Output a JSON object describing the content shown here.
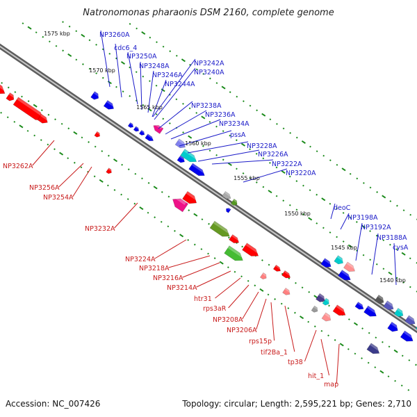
{
  "title": "Natronomonas pharaonis DSM 2160, complete genome",
  "footer": {
    "accession": "Accession: NC_007426",
    "summary": "Topology: circular; Length: 2,595,221 bp; Genes: 2,710"
  },
  "colors": {
    "forward_label": "#1a1ac8",
    "reverse_label": "#c81a1a",
    "backbone": "#6a6a6a",
    "tick_dot": "#1a8a1a"
  },
  "kbp_marks": [
    "1575 kbp",
    "1570 kbp",
    "1565 kbp",
    "1560 kbp",
    "1555 kbp",
    "1550 kbp",
    "1545 kbp",
    "1540 kbp"
  ],
  "forward_genes": [
    "NP3260A",
    "cdc6_4",
    "NP3250A",
    "NP3248A",
    "NP3246A",
    "NP3244A",
    "NP3242A",
    "NP3240A",
    "NP3238A",
    "NP3236A",
    "NP3234A",
    "pssA",
    "NP3228A",
    "NP3226A",
    "NP3222A",
    "NP3220A",
    "deoC",
    "NP3198A",
    "NP3192A",
    "NP3188A",
    "cysA"
  ],
  "reverse_genes": [
    "NP3262A",
    "NP3256A",
    "NP3254A",
    "NP3232A",
    "NP3224A",
    "NP3218A",
    "NP3216A",
    "NP3214A",
    "htr31",
    "rps3aR",
    "NP3208A",
    "NP3206A",
    "rps15p",
    "tif2Ba_1",
    "tp38",
    "hit_1",
    "map"
  ]
}
